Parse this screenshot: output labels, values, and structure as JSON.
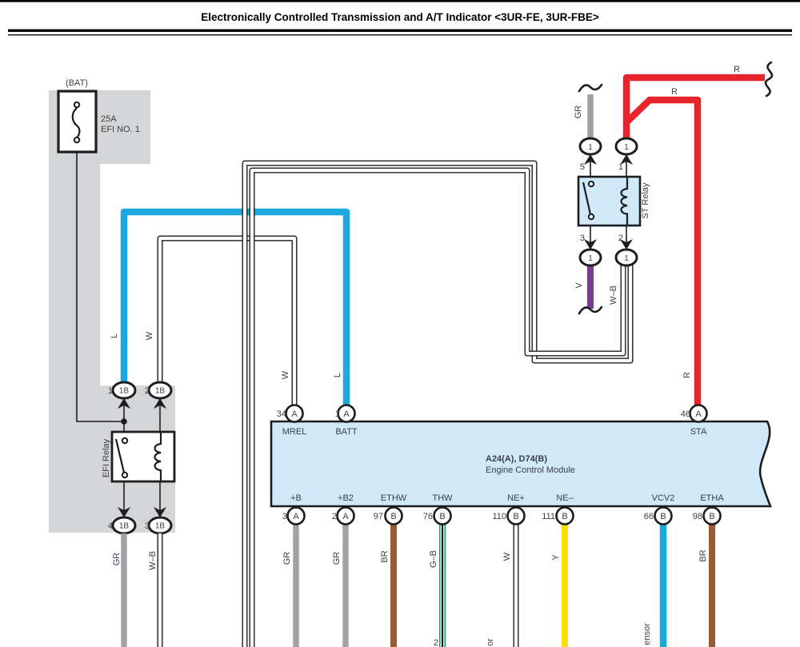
{
  "title": "Electronically Controlled Transmission and A/T Indicator <3UR-FE, 3UR-FBE>",
  "colors": {
    "red": "#e8242b",
    "blue": "#1ea7e1",
    "ltblue": "#cfe9f8",
    "gray": "#a0a2a5",
    "graybg": "#d4d5d7",
    "purple": "#7a3b92",
    "yellow": "#ffdd00",
    "green": "#00a651",
    "brown": "#9b5a36",
    "black": "#1d1d1f",
    "text": "#3b4045"
  },
  "fuse": {
    "bat": "(BAT)",
    "rating": "25A",
    "name": "EFI NO. 1"
  },
  "efi_relay": {
    "label": "EFI Relay",
    "conn": "1B",
    "pin_top_1": "1",
    "pin_top_2": "2",
    "pin_bot_4": "4",
    "pin_bot_3": "3",
    "wire_l": "L",
    "wire_w": "W",
    "wire_gr": "GR",
    "wire_wb": "W–B"
  },
  "st_relay": {
    "label": "ST Relay",
    "conn": "1",
    "pin_top_5": "5",
    "pin_top_1": "1",
    "pin_bot_3": "3",
    "pin_bot_2": "2",
    "wire_gr": "GR",
    "wire_v": "V",
    "wire_wb": "W–B",
    "wire_r": "R"
  },
  "ecm": {
    "code": "A24(A), D74(B)",
    "name": "Engine Control Module",
    "top_pins": [
      {
        "num": "34",
        "conn": "A",
        "label": "MREL",
        "wire": "W"
      },
      {
        "num": "1",
        "conn": "A",
        "label": "BATT",
        "wire": "L"
      },
      {
        "num": "46",
        "conn": "A",
        "label": "STA",
        "wire": "R"
      }
    ],
    "bottom_pins": [
      {
        "num": "3",
        "conn": "A",
        "label": "+B",
        "wire": "GR"
      },
      {
        "num": "2",
        "conn": "A",
        "label": "+B2",
        "wire": "GR"
      },
      {
        "num": "97",
        "conn": "B",
        "label": "ETHW",
        "wire": "BR"
      },
      {
        "num": "76",
        "conn": "B",
        "label": "THW",
        "wire": "G–B"
      },
      {
        "num": "110",
        "conn": "B",
        "label": "NE+",
        "wire": "W"
      },
      {
        "num": "111",
        "conn": "B",
        "label": "NE–",
        "wire": "Y"
      },
      {
        "num": "66",
        "conn": "B",
        "label": "VCV2",
        "wire": ""
      },
      {
        "num": "98",
        "conn": "B",
        "label": "ETHA",
        "wire": "BR"
      }
    ]
  },
  "bottom_fragments": {
    "pin": "2",
    "text1": "or",
    "text2": "ensor"
  }
}
